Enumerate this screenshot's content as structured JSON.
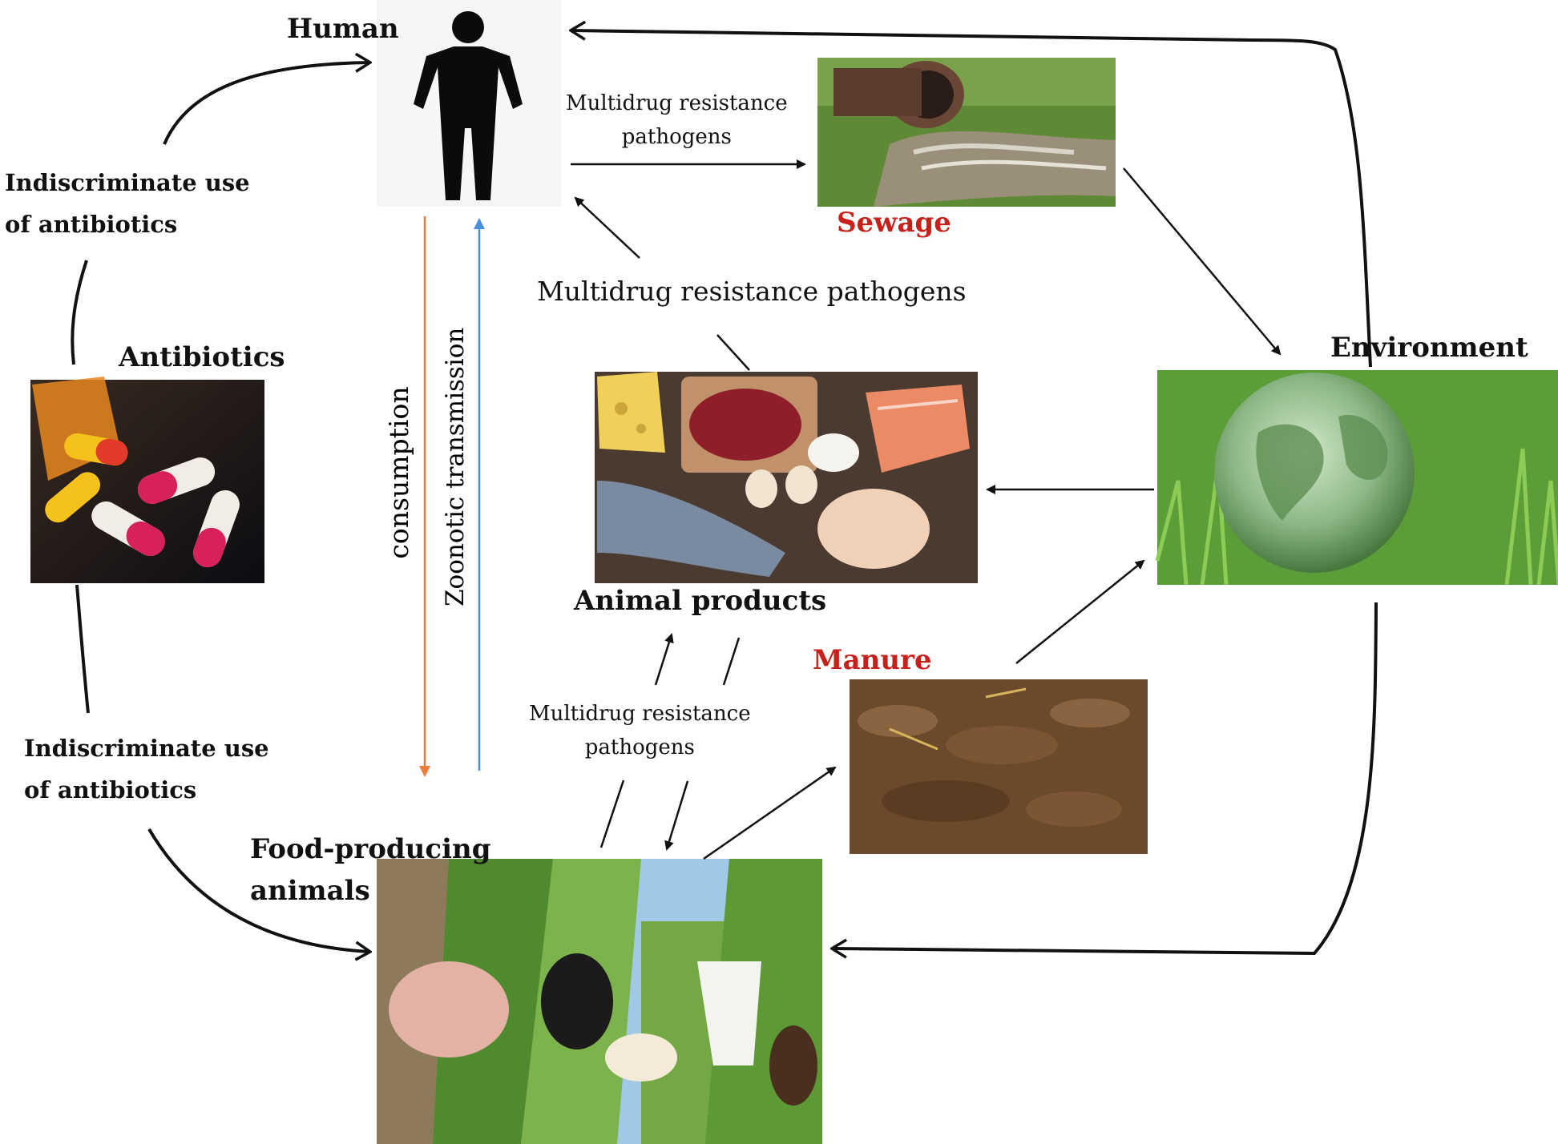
{
  "nodes": {
    "human": "Human",
    "antibiotics": "Antibiotics",
    "sewage": "Sewage",
    "environment": "Environment",
    "animal_products": "Animal products",
    "manure": "Manure",
    "food_animals_line1": "Food-producing",
    "food_animals_line2": "animals"
  },
  "edges": {
    "indiscriminate_top_line1": "Indiscriminate use",
    "indiscriminate_top_line2": "of antibiotics",
    "indiscriminate_bottom_line1": "Indiscriminate use",
    "indiscriminate_bottom_line2": "of antibiotics",
    "mdr_sewage_line1": "Multidrug resistance",
    "mdr_sewage_line2": "pathogens",
    "mdr_products_to_human": "Multidrug resistance pathogens",
    "mdr_animals_line1": "Multidrug resistance",
    "mdr_animals_line2": "pathogens",
    "consumption": "consumption",
    "zoonotic": "Zoonotic transmission"
  },
  "colors": {
    "label_red": "#c8201a",
    "consumption_arrow": "#f07a3a",
    "zoonotic_arrow": "#4a90d9",
    "line": "#111111"
  }
}
